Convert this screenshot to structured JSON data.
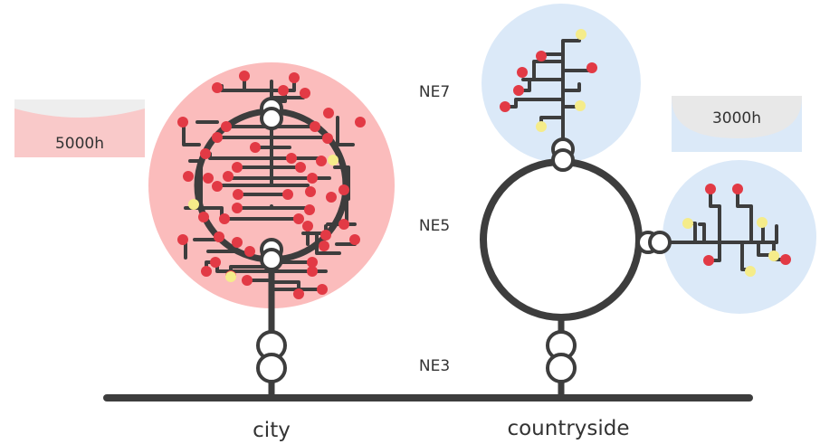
{
  "labels": {
    "city": "city",
    "countryside": "countryside",
    "ne7": "NE7",
    "ne5": "NE5",
    "ne3": "NE3"
  },
  "badges": {
    "city_hours": "5000h",
    "countryside_hours": "3000h"
  },
  "colors": {
    "line": "#3d3d3d",
    "city_area": "#fbbcbc",
    "countryside_area": "#dbe9f8",
    "red_node": "#e23a45",
    "yellow_node": "#f5ec8a",
    "city_badge": "#f9c9c9",
    "city_badge_fill": "#eeeeee",
    "countryside_badge": "#dbe9f8",
    "countryside_badge_fill": "#e8e8e8"
  }
}
